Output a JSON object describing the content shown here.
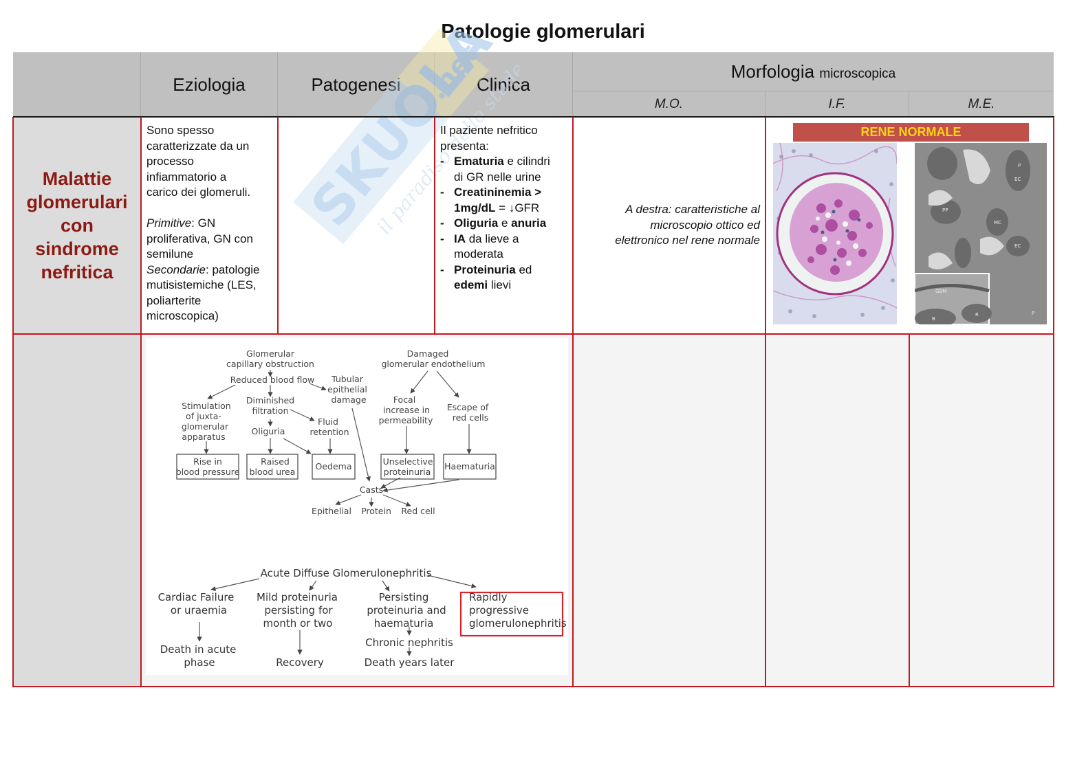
{
  "page": {
    "title": "Patologie glomerulari",
    "watermark": {
      "brand": "SKUOLA.net",
      "tagline": "il paradiso dello studente"
    }
  },
  "table": {
    "headers": {
      "eziologia": "Eziologia",
      "patogenesi": "Patogenesi",
      "clinica": "Clinica",
      "morfologia_main": "Morfologia",
      "morfologia_sub": "microscopica",
      "sub_columns": [
        "M.O.",
        "I.F.",
        "M.E."
      ]
    },
    "rows": [
      {
        "label_lines": [
          "Malattie",
          "glomerulari",
          "con",
          "sindrome",
          "nefritica"
        ],
        "eziologia": {
          "intro_lines": [
            "Sono spesso",
            "caratterizzate da un",
            "processo",
            "infiammatorio a",
            "carico dei glomeruli."
          ],
          "primitive_label": "Primitive",
          "primitive_text_lines": [
            ": GN",
            "proliferativa, GN con",
            "semilune"
          ],
          "secondarie_label": "Secondarie",
          "secondarie_text_lines": [
            ": patologie",
            "mutisistemiche (LES,",
            "poliarterite",
            "microscopica)"
          ]
        },
        "patogenesi": "",
        "clinica": {
          "intro_lines": [
            "Il paziente nefritico",
            "presenta:"
          ],
          "bullets": [
            {
              "dash": "-",
              "parts": [
                {
                  "b": "Ematuria"
                },
                {
                  "t": " e cilindri"
                }
              ],
              "cont": "di GR nelle urine"
            },
            {
              "dash": "-",
              "parts": [
                {
                  "b": "Creatininemia >"
                }
              ],
              "cont_b": "1mg/dL",
              "cont": " = ↓GFR"
            },
            {
              "dash": "-",
              "parts": [
                {
                  "b": "Oliguria"
                },
                {
                  "t": " e "
                },
                {
                  "b": "anuria"
                }
              ]
            },
            {
              "dash": "-",
              "parts": [
                {
                  "b": "IA"
                },
                {
                  "t": " da lieve a"
                }
              ],
              "cont": "moderata"
            },
            {
              "dash": "-",
              "parts": [
                {
                  "b": "Proteinuria"
                },
                {
                  "t": " ed"
                }
              ],
              "cont_b": "edemi",
              "cont": " lievi"
            }
          ]
        },
        "mo_note_lines": [
          "A destra: caratteristiche al",
          "microscopio ottico ed",
          "elettronico nel rene normale"
        ],
        "if_me_figure": {
          "banner": "RENE NORMALE",
          "em_labels": [
            "P",
            "EC",
            "PP",
            "MC",
            "EC",
            "P",
            "GBM",
            "B",
            "R"
          ]
        }
      },
      {
        "label_lines": [],
        "diagram_top": {
          "left_chain": {
            "root": [
              "Glomerular",
              "capillary obstruction"
            ],
            "reduced": "Reduced blood flow",
            "stim": [
              "Stimulation",
              "of juxta-",
              "glomerular",
              "apparatus"
            ],
            "dimin": [
              "Diminished",
              "filtration"
            ],
            "oliguria": "Oliguria",
            "fluid": [
              "Fluid",
              "retention"
            ],
            "tubular": [
              "Tubular",
              "epithelial",
              "damage"
            ],
            "box_bp": [
              "Rise in",
              "blood pressure"
            ],
            "box_urea": [
              "Raised",
              "blood urea"
            ],
            "box_oedema": "Oedema"
          },
          "right_chain": {
            "root": [
              "Damaged",
              "glomerular endothelium"
            ],
            "focal": [
              "Focal",
              "increase in",
              "permeability"
            ],
            "escape": [
              "Escape of",
              "red cells"
            ],
            "box_prot": [
              "Unselective",
              "proteinuria"
            ],
            "box_haem": "Haematuria"
          },
          "casts": "Casts",
          "casts_types": [
            "Epithelial",
            "Protein",
            "Red cell"
          ]
        },
        "diagram_bottom": {
          "root": "Acute Diffuse Glomerulonephritis",
          "b1": [
            "Cardiac Failure",
            "or uraemia"
          ],
          "b1_out": [
            "Death in acute",
            "phase"
          ],
          "b2": [
            "Mild proteinuria",
            "persisting for",
            "month or two"
          ],
          "b2_out": "Recovery",
          "b3": [
            "Persisting",
            "proteinuria and",
            "haematuria"
          ],
          "b3_mid": "Chronic nephritis",
          "b3_out": "Death years later",
          "b4": [
            "Rapidly",
            "progressive",
            "glomerulonephritis"
          ]
        }
      }
    ]
  },
  "colors": {
    "header_bg": "#c0c0c0",
    "grid_red": "#c0181e",
    "label_red": "#8b1a13",
    "banner_bg": "#c2504a",
    "banner_text": "#f7d417",
    "highlight_box": "#d8232a"
  }
}
